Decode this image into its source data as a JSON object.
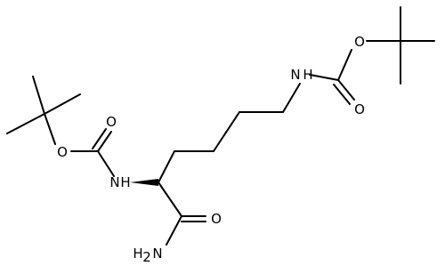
{
  "molecule": {
    "atoms": {
      "o_top": "O",
      "o_left": "O",
      "n_epsilon": "N",
      "h_epsilon": "H",
      "n_alpha": "N",
      "h_alpha": "H",
      "o_carbonyl_right": "O",
      "o_carbonyl_left": "O",
      "o_amide": "O",
      "amide_h": "H",
      "amide_sub": "2",
      "amide_n": "N"
    }
  },
  "colors": {
    "bond": "#000000",
    "background": "#ffffff"
  }
}
